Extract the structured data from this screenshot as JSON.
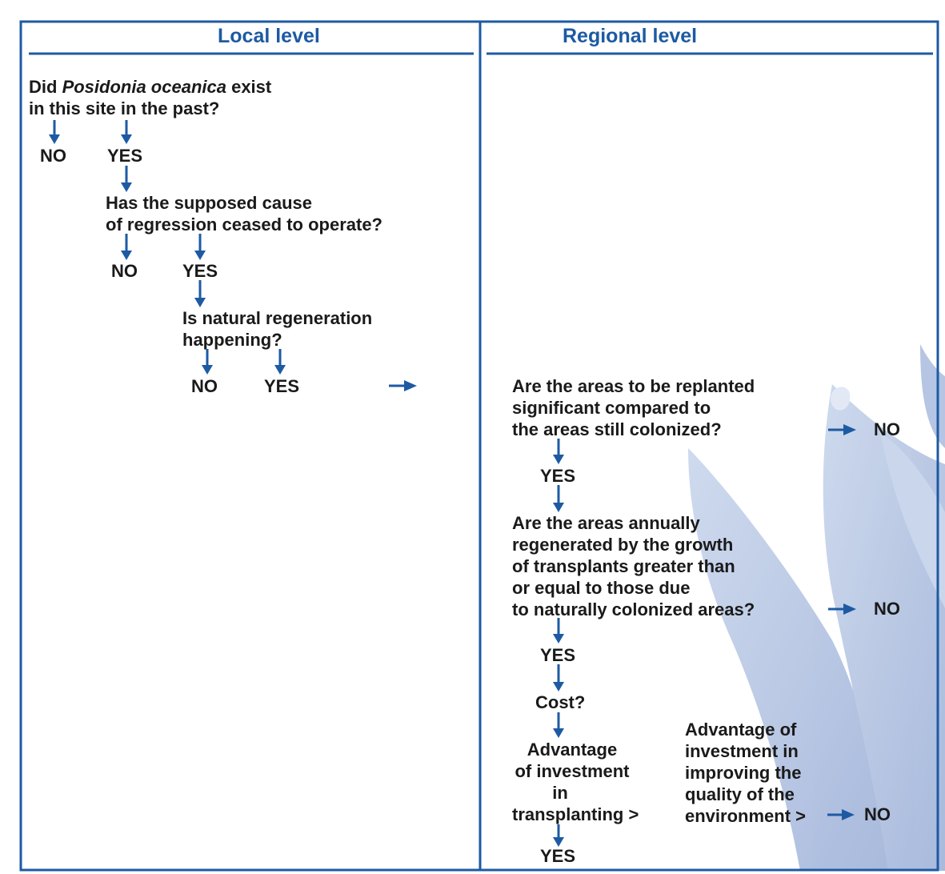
{
  "headers": {
    "local": "Local level",
    "regional": "Regional level"
  },
  "local": {
    "q1": {
      "pre": "Did ",
      "italic": "Posidonia oceanica",
      "post": " exist",
      "line2": "in this site in the past?"
    },
    "q1_no": "NO",
    "q1_yes": "YES",
    "q2": {
      "line1": "Has the supposed cause",
      "line2": "of regression ceased to operate?"
    },
    "q2_no": "NO",
    "q2_yes": "YES",
    "q3": {
      "line1": "Is natural regeneration",
      "line2": "happening?"
    },
    "q3_no": "NO",
    "q3_yes": "YES"
  },
  "regional": {
    "q4": {
      "line1": "Are the areas to be replanted",
      "line2": "significant compared to",
      "line3": "the areas still colonized?"
    },
    "q4_no": "NO",
    "q4_yes": "YES",
    "q5": {
      "line1": "Are the areas annually",
      "line2": "regenerated by the growth",
      "line3": "of transplants greater than",
      "line4": "or equal to those due",
      "line5": "to naturally colonized areas?"
    },
    "q5_no": "NO",
    "q5_yes": "YES",
    "q6": "Cost?",
    "left_box": {
      "line1": "Advantage",
      "line2": "of investment",
      "line3": "in",
      "line4": "transplanting >"
    },
    "right_box": {
      "line1": "Advantage of",
      "line2": "investment in",
      "line3": "improving the",
      "line4": "quality of the",
      "line5": "environment >"
    },
    "final_no": "NO",
    "final_yes": "YES"
  },
  "colors": {
    "accent": "#1d5aa3",
    "text": "#1a1a1a",
    "background_art": "#b7c6e2"
  },
  "icons": {
    "arrow": "arrow-icon",
    "background": "seagrass-illustration"
  }
}
